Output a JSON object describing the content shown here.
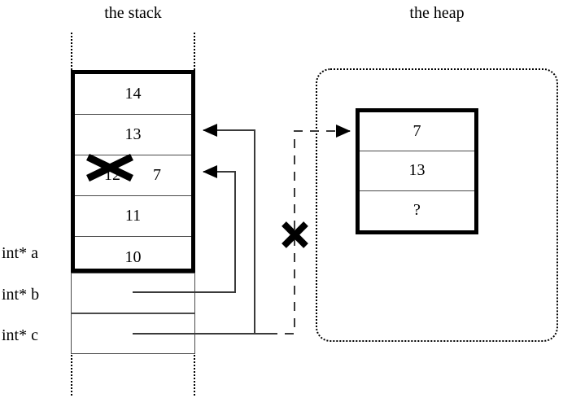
{
  "diagram": {
    "title_stack": "the stack",
    "title_heap": "the heap",
    "colors": {
      "ink": "#000000",
      "cell_rule": "#4a4a4a",
      "background": "#ffffff"
    }
  },
  "stack": {
    "label": "the stack",
    "cells": [
      {
        "value": "14",
        "struck": false
      },
      {
        "value": "13",
        "struck": false
      },
      {
        "value": "12",
        "struck": true,
        "replacement": "7"
      },
      {
        "value": "11",
        "struck": false
      },
      {
        "value": "10",
        "struck": false
      }
    ],
    "variables": [
      {
        "name": "int* a",
        "value": ""
      },
      {
        "name": "int* b",
        "value": ""
      },
      {
        "name": "int* c",
        "value": ""
      }
    ]
  },
  "heap": {
    "label": "the heap",
    "cells": [
      {
        "value": "7"
      },
      {
        "value": "13"
      },
      {
        "value": "?"
      }
    ]
  },
  "annotations": {
    "struck_value_note": "12",
    "new_value_note": "7",
    "dangling_pointer_mark": "X",
    "struck_cell_mark": "X"
  }
}
